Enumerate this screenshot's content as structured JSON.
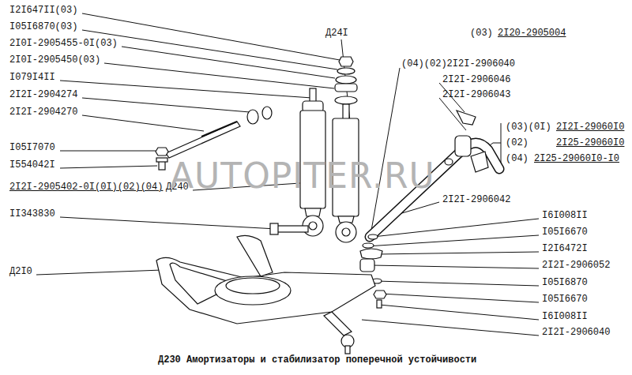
{
  "diagram": {
    "caption": "Д230 Амортизаторы и стабилизатор поперечной устойчивости",
    "labels": [
      "I2I647II(03)",
      "I05I6870(03)",
      "2I0I-2905455-0I(03)",
      "2I0I-2905450(03)",
      "I079I4II",
      "2I2I-2904274",
      "2I2I-2904270",
      "I05I7070",
      "I554042I",
      "2I2I-2905402-0I(0I)(02)(04)",
      "Д240",
      "II343830",
      "Д2I0",
      "Д24I",
      "(03)",
      "2I20-2905004",
      "(04)(02)2I2I-2906040",
      "2I2I-2906046",
      "2I2I-2906043",
      "(03)(0I)",
      "2I2I-29060I0",
      "(02)",
      "2I25-29060I0",
      "(04)",
      "2I25-29060I0-I0",
      "2I2I-2906042",
      "I6I008II",
      "I05I6670",
      "I2I6472I",
      "2I2I-2906052",
      "I05I6870",
      "I05I6670",
      "I6I008II",
      "2I2I-2906040",
      "AUTOPITER.RU"
    ]
  }
}
